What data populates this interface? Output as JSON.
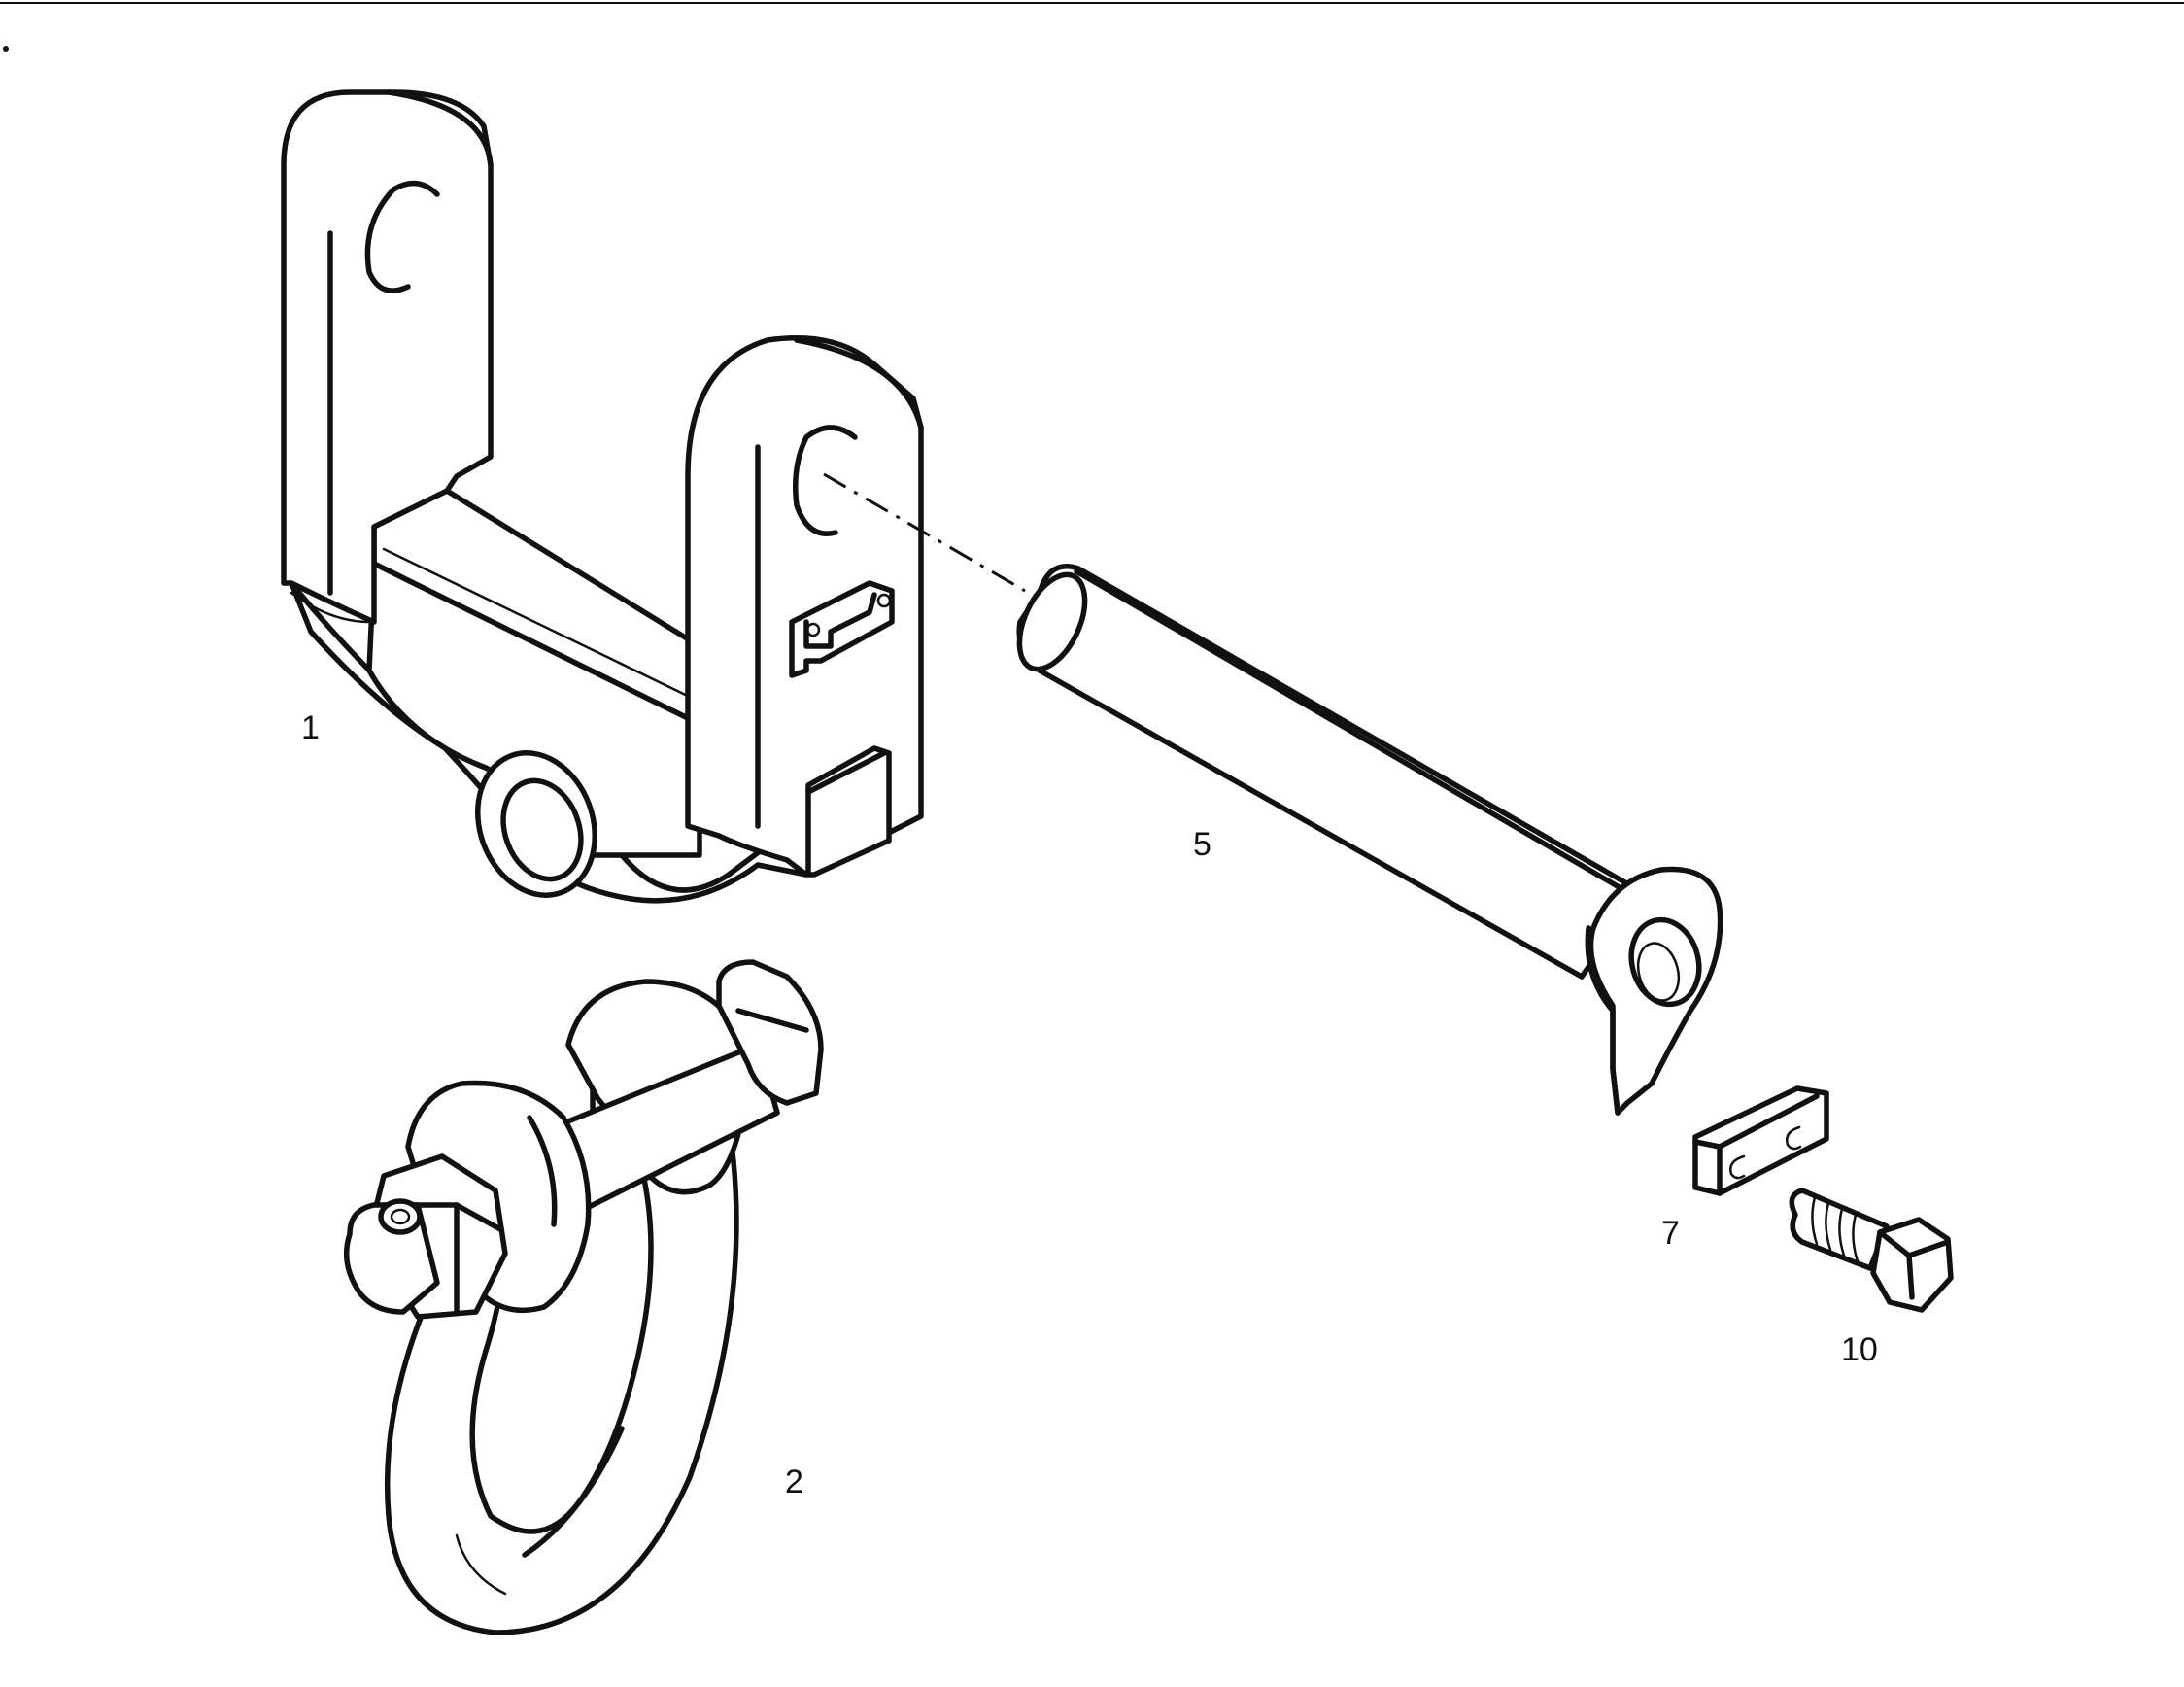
{
  "callouts": {
    "part_1": "1",
    "part_2": "2",
    "part_5": "5",
    "part_7": "7",
    "part_10": "10"
  },
  "colors": {
    "ink": "#111111",
    "paper": "#ffffff"
  }
}
